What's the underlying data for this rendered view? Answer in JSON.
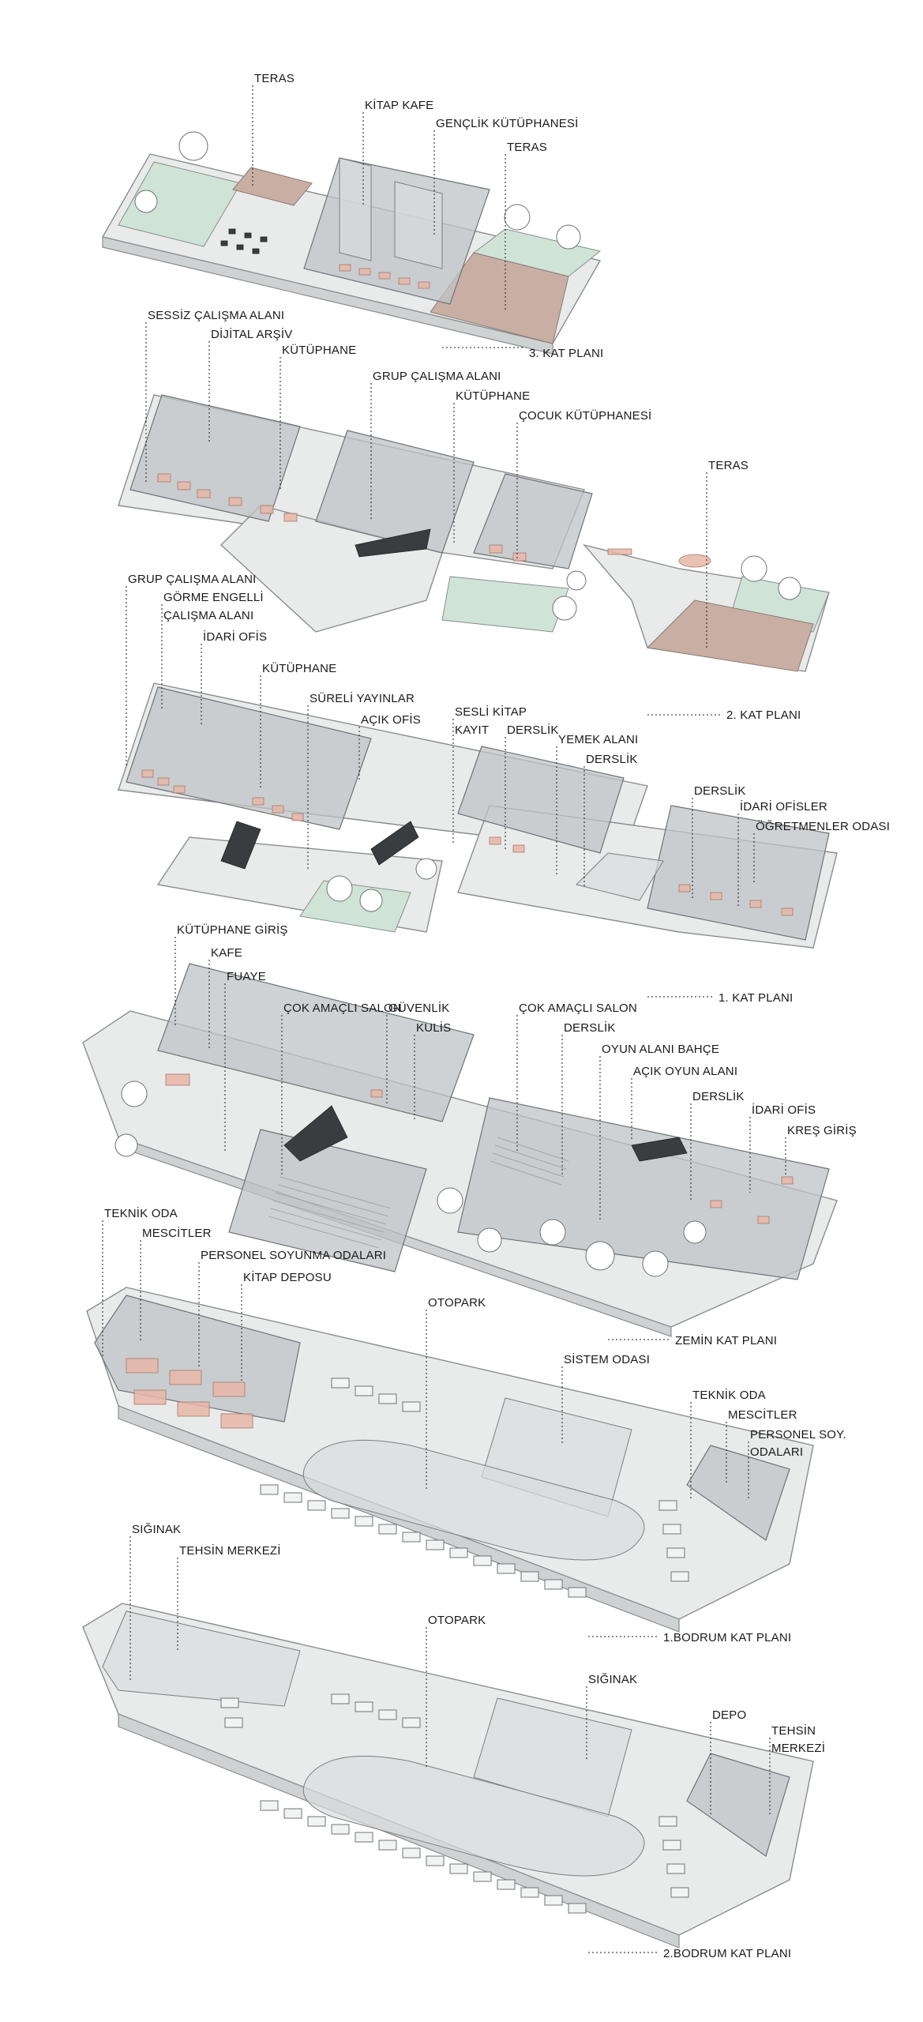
{
  "floors": {
    "kat3": {
      "title": "3. KAT PLANI",
      "labels": [
        "TERAS",
        "KİTAP KAFE",
        "GENÇLİK KÜTÜPHANESİ",
        "TERAS"
      ]
    },
    "kat2": {
      "title": "2. KAT PLANI",
      "labels": [
        "SESSİZ ÇALIŞMA ALANI",
        "DİJİTAL ARŞİV",
        "KÜTÜPHANE",
        "GRUP ÇALIŞMA ALANI",
        "KÜTÜPHANE",
        "ÇOCUK KÜTÜPHANESİ",
        "TERAS"
      ]
    },
    "kat1": {
      "title": "1. KAT PLANI",
      "labels": [
        "GRUP ÇALIŞMA ALANI",
        "GÖRME ENGELLİ",
        "ÇALIŞMA ALANI",
        "İDARİ OFİS",
        "KÜTÜPHANE",
        "SÜRELİ YAYINLAR",
        "AÇIK OFİS",
        "SESLİ KİTAP",
        "KAYIT",
        "DERSLİK",
        "YEMEK ALANI",
        "DERSLİK",
        "DERSLİK",
        "İDARİ OFİSLER",
        "ÖĞRETMENLER ODASI"
      ]
    },
    "zemin": {
      "title": "ZEMİN KAT PLANI",
      "labels": [
        "KÜTÜPHANE GİRİŞ",
        "KAFE",
        "FUAYE",
        "ÇOK AMAÇLI SALON",
        "GÜVENLİK",
        "KULİS",
        "ÇOK AMAÇLI SALON",
        "DERSLİK",
        "OYUN ALANI BAHÇE",
        "AÇIK OYUN ALANI",
        "DERSLİK",
        "İDARİ OFİS",
        "KREŞ GİRİŞ"
      ]
    },
    "bodrum1": {
      "title": "1.BODRUM KAT PLANI",
      "labels": [
        "TEKNİK ODA",
        "MESCİTLER",
        "PERSONEL SOYUNMA ODALARI",
        "KİTAP DEPOSU",
        "OTOPARK",
        "SİSTEM ODASI",
        "TEKNİK ODA",
        "MESCİTLER",
        "PERSONEL SOY.",
        "ODALARI"
      ]
    },
    "bodrum2": {
      "title": "2.BODRUM KAT PLANI",
      "labels": [
        "SIĞINAK",
        "TEHSİN MERKEZİ",
        "OTOPARK",
        "SIĞINAK",
        "DEPO",
        "TEHSİN",
        "MERKEZİ"
      ]
    }
  },
  "colors": {
    "slab": "#e9eaea",
    "wall": "#bfc3c5",
    "green": "#cfe3d6",
    "terrace": "#c9aea3",
    "furniture_pink": "#e8b6a7",
    "text": "#1a1a1a"
  }
}
